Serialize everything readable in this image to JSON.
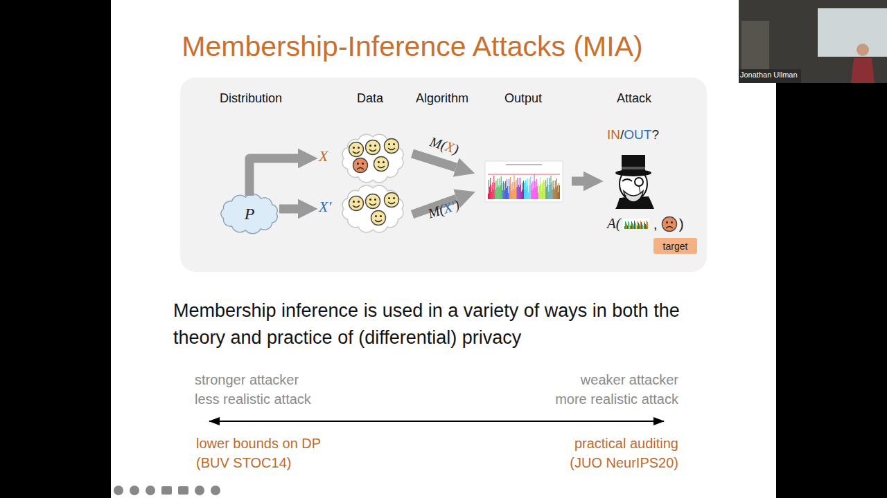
{
  "diagram": {
    "title": "Membership-Inference Attacks (MIA)",
    "nodes": [
      {
        "text": [
          "P"
        ]
      },
      {
        "text": [
          "X"
        ]
      },
      {
        "text": [
          "X'"
        ]
      },
      {
        "text": [
          "target"
        ]
      }
    ],
    "edges": [
      {
        "from": 0,
        "to": 1,
        "arrow": "to"
      },
      {
        "from": 0,
        "to": 2,
        "arrow": "to"
      }
    ],
    "labels": [
      "Distribution",
      "Data",
      "Algorithm",
      "Output",
      "Attack",
      "M(",
      "X",
      ")",
      "M(",
      "X'",
      ")",
      "IN",
      "/",
      "OUT",
      "?",
      "A(",
      ",",
      ")",
      "Membership inference is used in a variety of ways in both the theory and practice of (differential) privacy",
      "stronger attacker",
      "less realistic attack",
      "weaker attacker",
      "more realistic attack",
      "lower bounds on DP",
      "(BUV STOC14)",
      "practical auditing",
      "(JUO NeurIPS20)",
      "Jonathan Ullman"
    ]
  }
}
